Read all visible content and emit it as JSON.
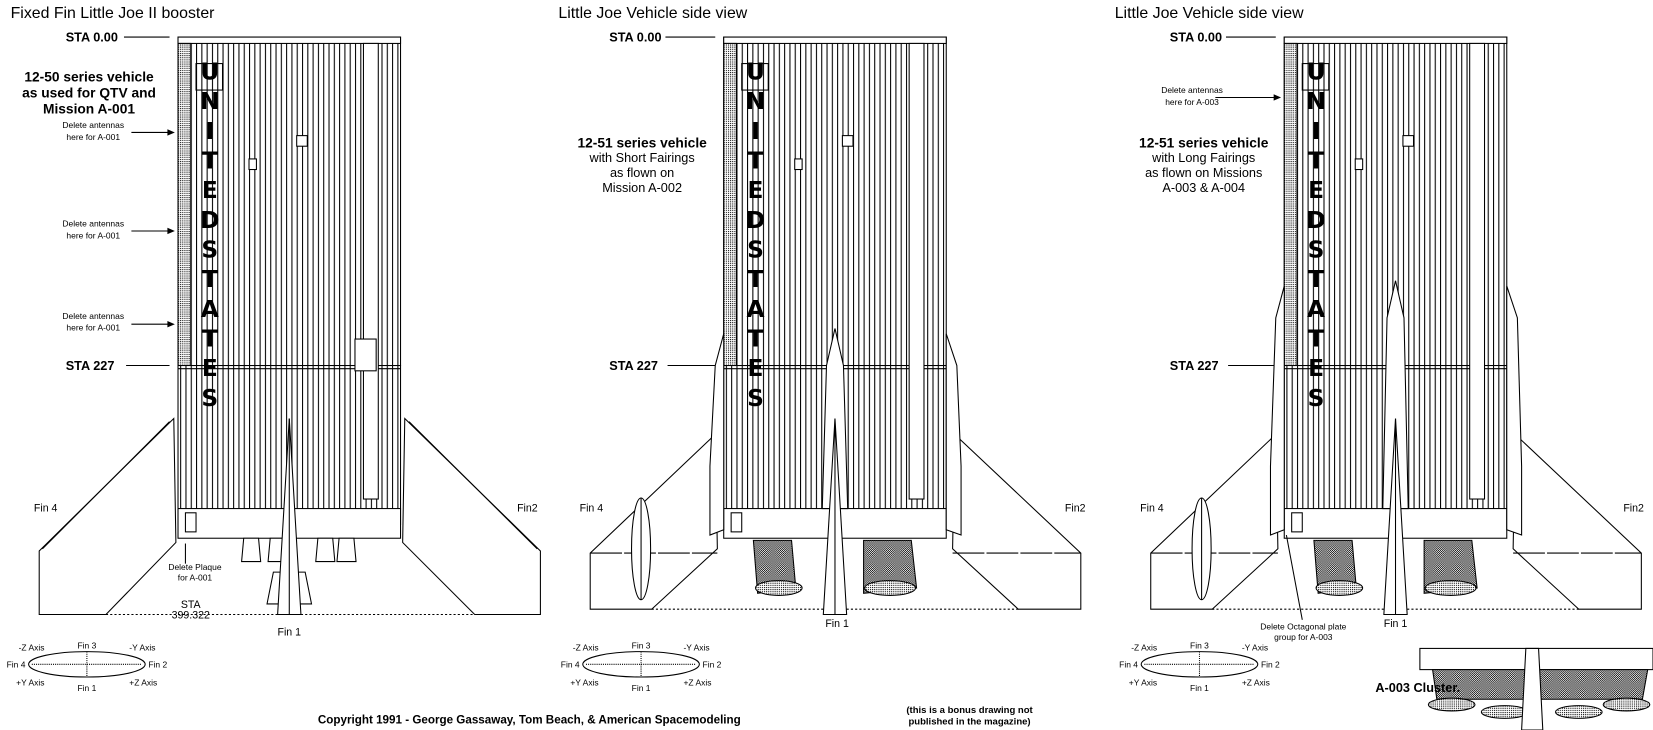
{
  "panels": [
    {
      "title": "Fixed Fin Little Joe II booster",
      "sta_top": "STA 0.00",
      "sta_mid": "STA 227",
      "series": "12-50 series vehicle",
      "desc": [
        "as used for QTV and",
        "Mission A-001"
      ],
      "desc_bold": true,
      "fins": {
        "left": "Fin 4",
        "right": "Fin2",
        "bottom": "Fin 1"
      },
      "notes": [
        {
          "lines": [
            "Delete antennas",
            "here for A-001"
          ]
        },
        {
          "lines": [
            "Delete antennas",
            "here for A-001"
          ]
        },
        {
          "lines": [
            "Delete antennas",
            "here for A-001"
          ]
        }
      ],
      "plaque_note": [
        "Delete Plaque",
        "for A-001"
      ],
      "sta_bottom": [
        "STA",
        "399.322"
      ],
      "fairings": "none"
    },
    {
      "title": "Little Joe Vehicle  side view",
      "sta_top": "STA 0.00",
      "sta_mid": "STA 227",
      "series": "12-51 series vehicle",
      "desc": [
        "with Short Fairings",
        "as flown on",
        "Mission A-002"
      ],
      "desc_bold": false,
      "fins": {
        "left": "Fin 4",
        "right": "Fin2",
        "bottom": "Fin 1"
      },
      "fairings": "short"
    },
    {
      "title": "Little Joe Vehicle  side view",
      "sta_top": "STA 0.00",
      "sta_mid": "STA 227",
      "series": "12-51 series vehicle",
      "desc": [
        "with Long Fairings",
        "as flown on Missions",
        "A-003 & A-004"
      ],
      "desc_bold": false,
      "fins": {
        "left": "Fin 4",
        "right": "Fin2",
        "bottom": "Fin 1"
      },
      "notes": [
        {
          "lines": [
            "Delete antennas",
            "here for A-003"
          ]
        }
      ],
      "octagonal_note": [
        "Delete Octagonal plate",
        "group for A-003"
      ],
      "fairings": "long"
    }
  ],
  "body_lettering": "UNITEDSTATES",
  "axis_diagram": {
    "top": "Fin 3",
    "bottom": "Fin 1",
    "left": "Fin 4",
    "right": "Fin 2",
    "top_left": "-Z Axis",
    "top_right": "-Y Axis",
    "bottom_left": "+Y Axis",
    "bottom_right": "+Z Axis"
  },
  "cluster_label": "A-003 Cluster.",
  "copyright": "Copyright 1991 - George Gassaway, Tom Beach, & American Spacemodeling",
  "bonus_note": [
    "(this is a bonus drawing not",
    "published in the magazine)"
  ],
  "colors": {
    "ink": "#000000",
    "paper": "#ffffff",
    "shade": "#808080"
  }
}
